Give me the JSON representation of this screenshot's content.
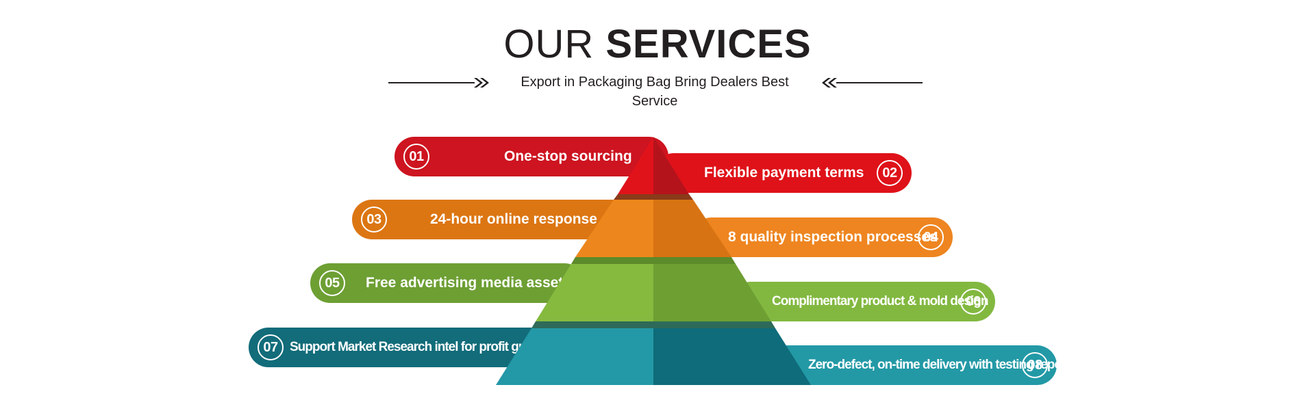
{
  "header": {
    "title_light": "OUR",
    "title_bold": "SERVICES",
    "subtitle": "Export in Packaging Bag Bring Dealers Best Service"
  },
  "colors": {
    "red": "#d2141e",
    "orange": "#e0791a",
    "green": "#6f9f36",
    "teal": "#136d7b"
  },
  "services": [
    {
      "num": "01",
      "label": "One-stop sourcing"
    },
    {
      "num": "02",
      "label": "Flexible payment terms"
    },
    {
      "num": "03",
      "label": "24-hour online response"
    },
    {
      "num": "04",
      "label": "8 quality inspection processes"
    },
    {
      "num": "05",
      "label": "Free advertising media assets"
    },
    {
      "num": "06",
      "label": "Complimentary product & mold design"
    },
    {
      "num": "07",
      "label": "Support Market Research intel for profit growth"
    },
    {
      "num": "08",
      "label": "Zero-defect, on-time delivery with testing report"
    }
  ]
}
